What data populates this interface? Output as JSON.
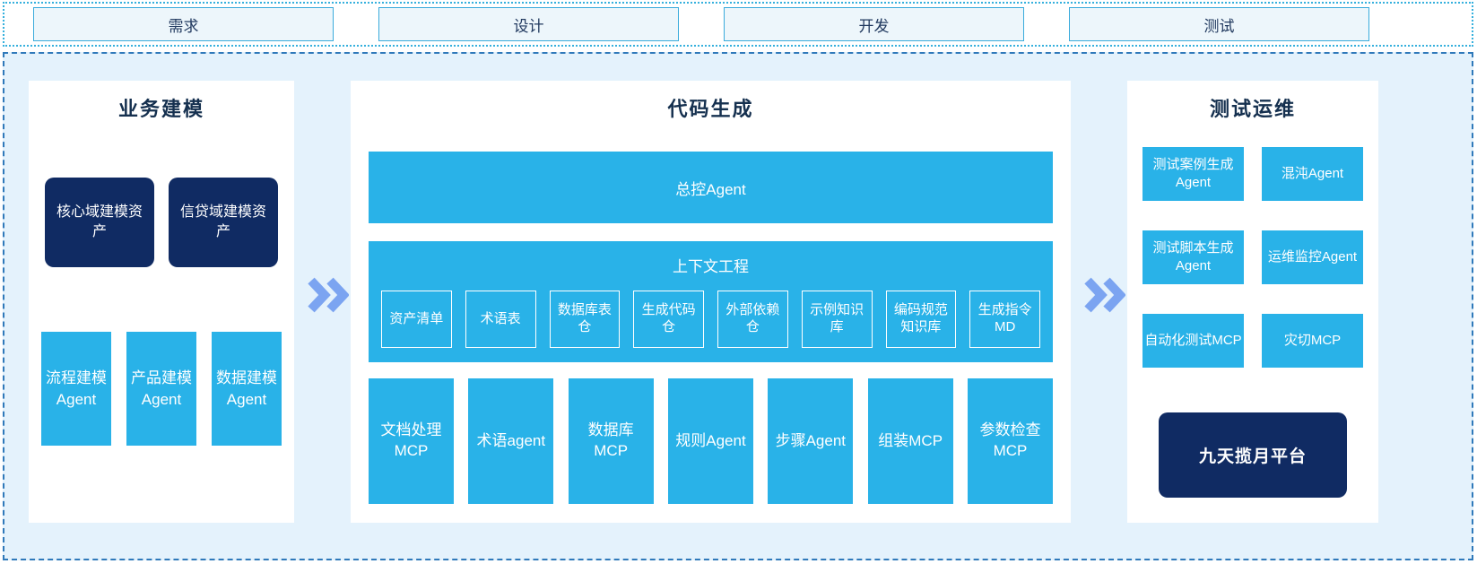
{
  "colors": {
    "cyan_box": "#29b2e8",
    "navy_box": "#102b63",
    "container_bg": "#e4f2fc",
    "dashed_border": "#2f79ba",
    "dotted_border": "#35b0dd",
    "stage_box_bg": "#edf6fb",
    "stage_box_border": "#3aabdc",
    "title_text": "#15304f",
    "arrow": "#7ba4f1"
  },
  "stages": {
    "items": [
      {
        "label": "需求"
      },
      {
        "label": "设计"
      },
      {
        "label": "开发"
      },
      {
        "label": "测试"
      }
    ]
  },
  "panels": {
    "business_modeling": {
      "title": "业务建模",
      "asset_boxes": [
        {
          "label": "核心域建模资产"
        },
        {
          "label": "信贷域建模资产"
        }
      ],
      "agent_boxes": [
        {
          "label": "流程建模Agent"
        },
        {
          "label": "产品建模Agent"
        },
        {
          "label": "数据建模Agent"
        }
      ]
    },
    "code_generation": {
      "title": "代码生成",
      "master_agent": "总控Agent",
      "context_engineering": {
        "title": "上下文工程",
        "items": [
          {
            "label": "资产清单"
          },
          {
            "label": "术语表"
          },
          {
            "label": "数据库表仓"
          },
          {
            "label": "生成代码仓"
          },
          {
            "label": "外部依赖仓"
          },
          {
            "label": "示例知识库"
          },
          {
            "label": "编码规范知识库"
          },
          {
            "label": "生成指令MD"
          }
        ]
      },
      "tool_boxes": [
        {
          "label": "文档处理MCP"
        },
        {
          "label": "术语agent"
        },
        {
          "label": "数据库MCP"
        },
        {
          "label": "规则Agent"
        },
        {
          "label": "步骤Agent"
        },
        {
          "label": "组装MCP"
        },
        {
          "label": "参数检查MCP"
        }
      ]
    },
    "test_ops": {
      "title": "测试运维",
      "grid_boxes": [
        {
          "label": "测试案例生成Agent"
        },
        {
          "label": "混沌Agent"
        },
        {
          "label": "测试脚本生成Agent"
        },
        {
          "label": "运维监控Agent"
        },
        {
          "label": "自动化测试MCP"
        },
        {
          "label": "灾切MCP"
        }
      ],
      "platform": {
        "label": "九天揽月平台"
      }
    }
  }
}
